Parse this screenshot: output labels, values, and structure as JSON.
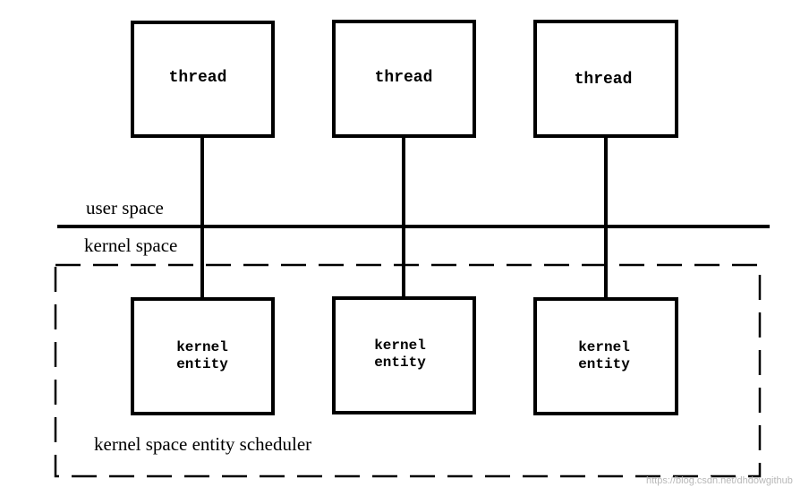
{
  "diagram": {
    "threads": [
      {
        "label": "thread"
      },
      {
        "label": "thread"
      },
      {
        "label": "thread"
      }
    ],
    "kernel_entities": [
      {
        "line1": "kernel",
        "line2": "entity"
      },
      {
        "line1": "kernel",
        "line2": "entity"
      },
      {
        "line1": "kernel",
        "line2": "entity"
      }
    ],
    "user_space_label": "user space",
    "kernel_space_label": "kernel space",
    "scheduler_label": "kernel space entity scheduler",
    "watermark": "https://blog.csdn.net/dhdowgithub"
  }
}
